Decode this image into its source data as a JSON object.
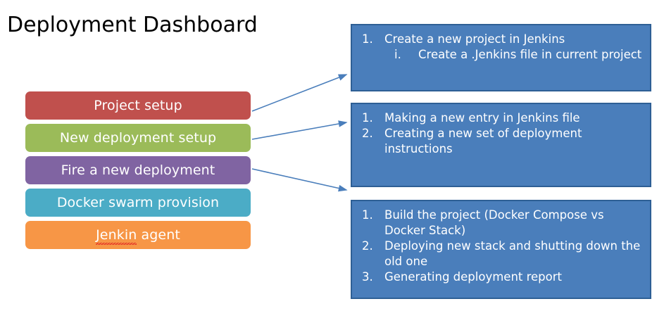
{
  "page": {
    "title": "Deployment Dashboard",
    "background_color": "#ffffff"
  },
  "stages": {
    "items": [
      {
        "label": "Project setup",
        "color": "#c0504d",
        "misspelled": false
      },
      {
        "label": "New deployment setup",
        "color": "#9bbb59",
        "misspelled": false
      },
      {
        "label": "Fire a new deployment",
        "color": "#8064a2",
        "misspelled": false
      },
      {
        "label": "Docker swarm provision",
        "color": "#4bacc6",
        "misspelled": false
      },
      {
        "label": "Jenkin agent",
        "color": "#f79646",
        "misspelled": true,
        "misspelled_word": "Jenkin",
        "rest": " agent"
      }
    ]
  },
  "details": {
    "fill_color": "#4a7ebb",
    "border_color": "#2e5f95",
    "text_color": "#ffffff",
    "boxes": [
      {
        "items": [
          {
            "marker": "1.",
            "text": "Create a new project in Jenkins",
            "sub_items": [
              {
                "marker": "i.",
                "text": "Create a .Jenkins file in current project"
              }
            ]
          }
        ]
      },
      {
        "items": [
          {
            "marker": "1.",
            "text": "Making a new entry in Jenkins file",
            "sub_items": []
          },
          {
            "marker": "2.",
            "text": "Creating a new set of deployment instructions",
            "sub_items": []
          }
        ]
      },
      {
        "items": [
          {
            "marker": "1.",
            "text": "Build the project (Docker Compose vs Docker Stack)",
            "sub_items": []
          },
          {
            "marker": "2.",
            "text": "Deploying new stack and shutting down the old one",
            "sub_items": []
          },
          {
            "marker": "3.",
            "text": "Generating deployment report",
            "sub_items": []
          }
        ]
      }
    ]
  },
  "connectors": {
    "color": "#4a7ebb",
    "arrows": [
      {
        "from_stage": "Project setup",
        "to_box": 1
      },
      {
        "from_stage": "New deployment setup",
        "to_box": 2
      },
      {
        "from_stage": "Fire a new deployment",
        "to_box": 3
      }
    ]
  },
  "spellcheck": {
    "underline_color": "#e02020"
  }
}
